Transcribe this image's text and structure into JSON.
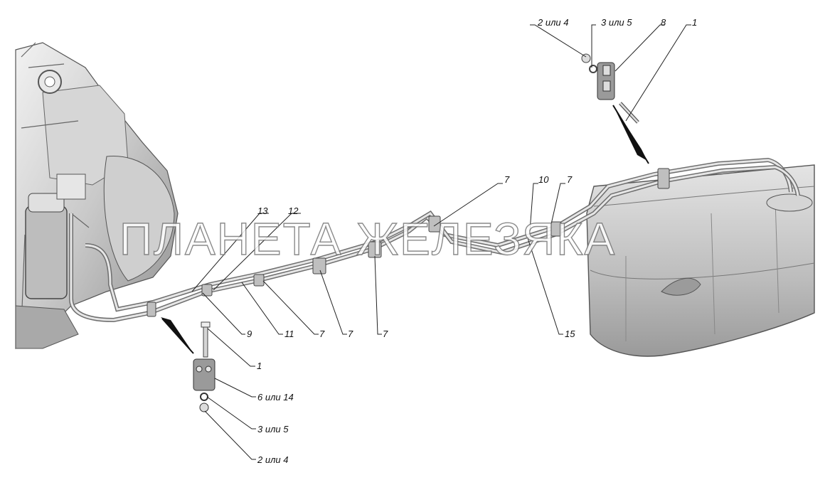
{
  "diagram": {
    "watermark": "ПЛАНЕТА ЖЕЛЕЗЯКА",
    "callouts": {
      "c_2or4_top": "2 или 4",
      "c_3or5_top": "3 или 5",
      "c_8": "8",
      "c_1_top": "1",
      "c_13": "13",
      "c_12": "12",
      "c_7_mid": "7",
      "c_10": "10",
      "c_7_right": "7",
      "c_9": "9",
      "c_11": "11",
      "c_7_b1": "7",
      "c_7_b2": "7",
      "c_7_b3": "7",
      "c_15": "15",
      "c_1_bottom": "1",
      "c_6or14": "6 или 14",
      "c_3or5_bottom": "3 или 5",
      "c_2or4_bottom": "2 или 4"
    }
  }
}
